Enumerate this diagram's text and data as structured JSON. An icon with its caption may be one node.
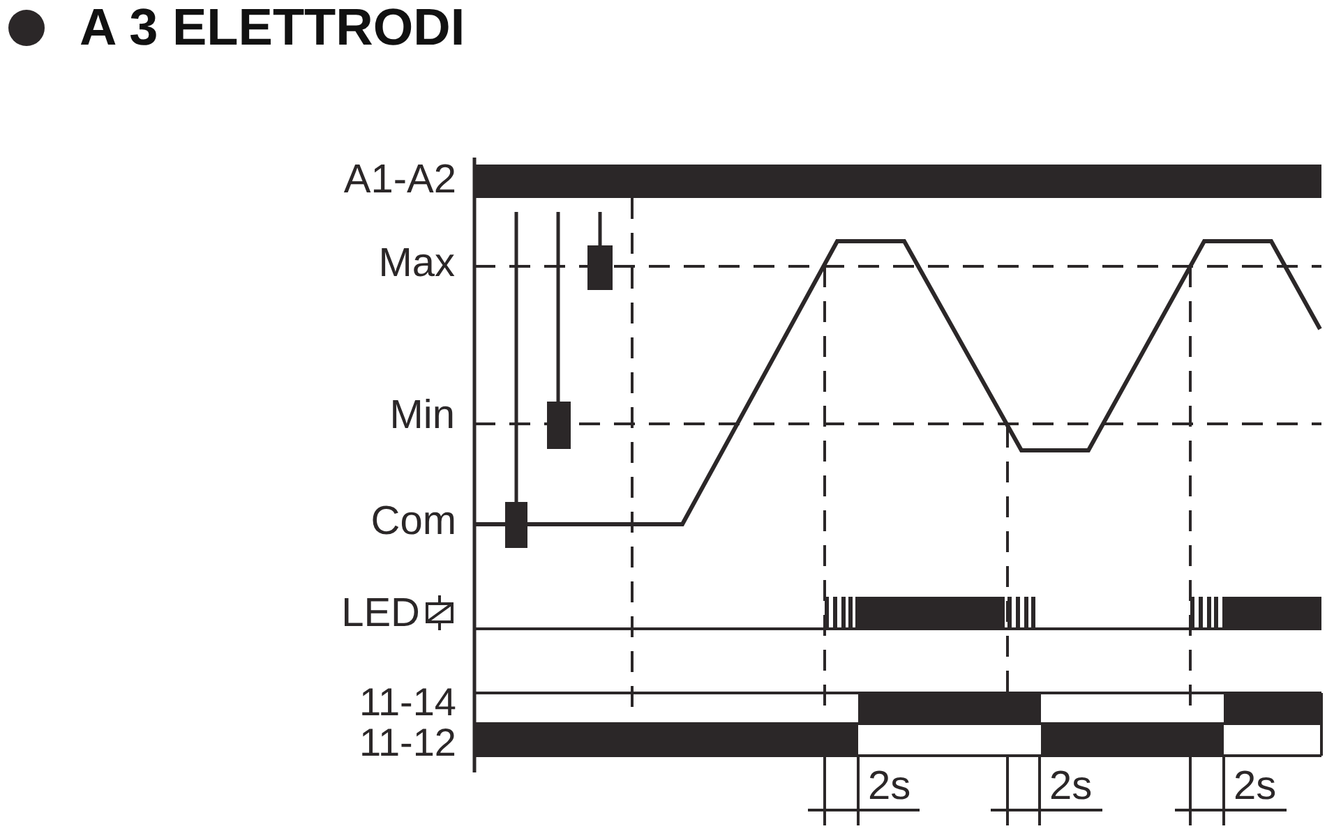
{
  "diagram": {
    "title": "A 3 ELETTRODI",
    "labels": [
      "A1-A2",
      "Max",
      "Min",
      "Com",
      "LED",
      "11-14",
      "11-12",
      "2s",
      "2s",
      "2s"
    ]
  }
}
